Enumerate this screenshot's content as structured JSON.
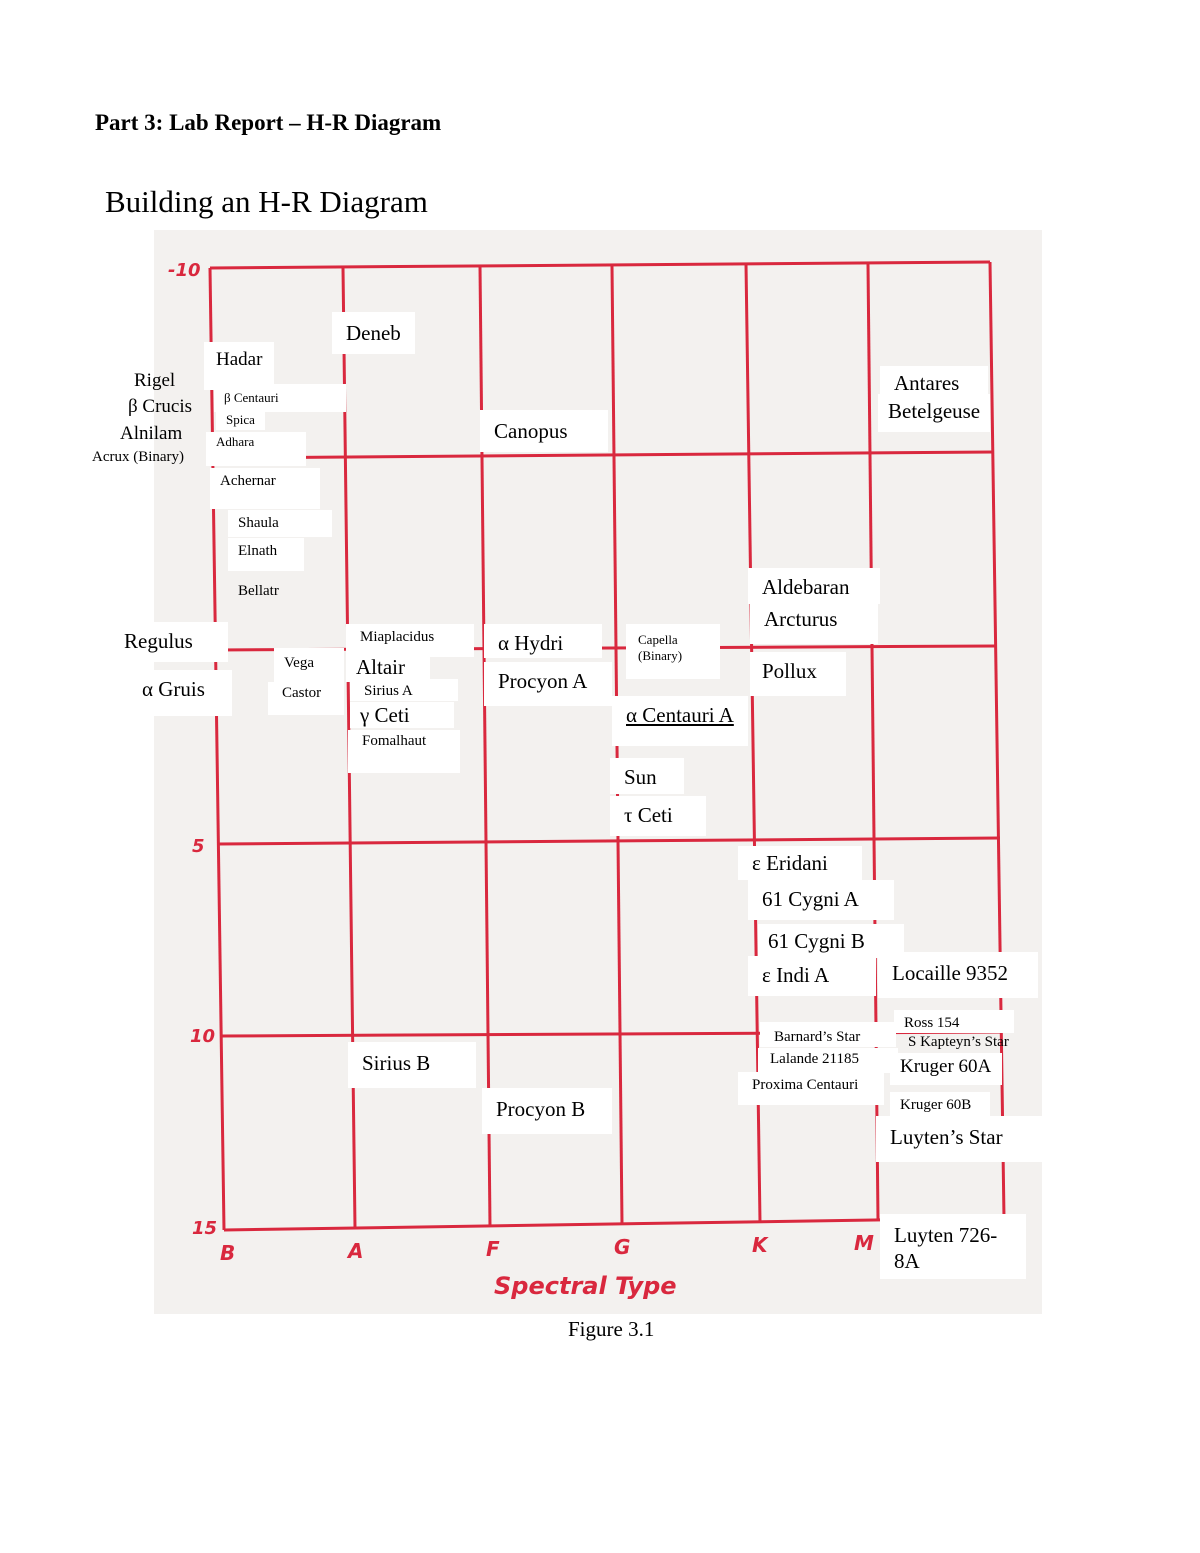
{
  "heading": "Part 3: Lab Report – H-R Diagram",
  "subtitle": "Building an H-R Diagram",
  "caption": "Figure 3.1",
  "chart_data": {
    "type": "scatter",
    "title": "",
    "xlabel": "Spectral Type",
    "ylabel": "",
    "x_ticks": [
      "B",
      "A",
      "F",
      "G",
      "K",
      "M"
    ],
    "y_ticks": [
      "-10",
      "5",
      "10",
      "15"
    ],
    "grid": true,
    "grid_color": "#d9283e",
    "labels": {
      "deneb": "Deneb",
      "hadar": "Hadar",
      "rigel": "Rigel",
      "beta_crucis": "β Crucis",
      "alnilam": "Alnilam",
      "acrux": "Acrux (Binary)",
      "beta_centauri": "β Centauri",
      "spica": "Spica",
      "adhara": "Adhara",
      "achernar": "Achernar",
      "shaula": "Shaula",
      "elnath": "Elnath",
      "bellatrix": "Bellatr",
      "canopus": "Canopus",
      "antares": "Antares",
      "betelgeuse": "Betelgeuse",
      "regulus": "Regulus",
      "alpha_gruis": "α Gruis",
      "vega": "Vega",
      "castor": "Castor",
      "miaplacidus": "Miaplacidus",
      "altair": "Altair",
      "sirius_a": "Sirius A",
      "gamma_ceti": "γ Ceti",
      "fomalhaut": "Fomalhaut",
      "alpha_hydri": "α Hydri",
      "procyon_a": "Procyon A",
      "capella": "Capella",
      "capella_note": "(Binary)",
      "aldebaran": "Aldebaran",
      "arcturus": "Arcturus",
      "pollux": "Pollux",
      "alpha_centauri_a": "α Centauri A",
      "sun": "Sun",
      "tau_ceti": "τ Ceti",
      "epsilon_eridani": "ε Eridani",
      "cygni_61a": "61 Cygni A",
      "cygni_61b": "61 Cygni B",
      "epsilon_indi_a": "ε Indi A",
      "lacaille": "Locaille 9352",
      "barnards": "Barnard’s Star",
      "lalande": "Lalande 21185",
      "proxima": "Proxima Centauri",
      "ross": "Ross 154",
      "kapteyn": "S Kapteyn’s Star",
      "kruger_a": "Kruger 60A",
      "kruger_b": "Kruger 60B",
      "sirius_b": "Sirius B",
      "procyon_b": "Procyon B",
      "luyten": "Luyten’s Star",
      "luyten_726": "Luyten 726-",
      "luyten_726b": "8A"
    }
  }
}
